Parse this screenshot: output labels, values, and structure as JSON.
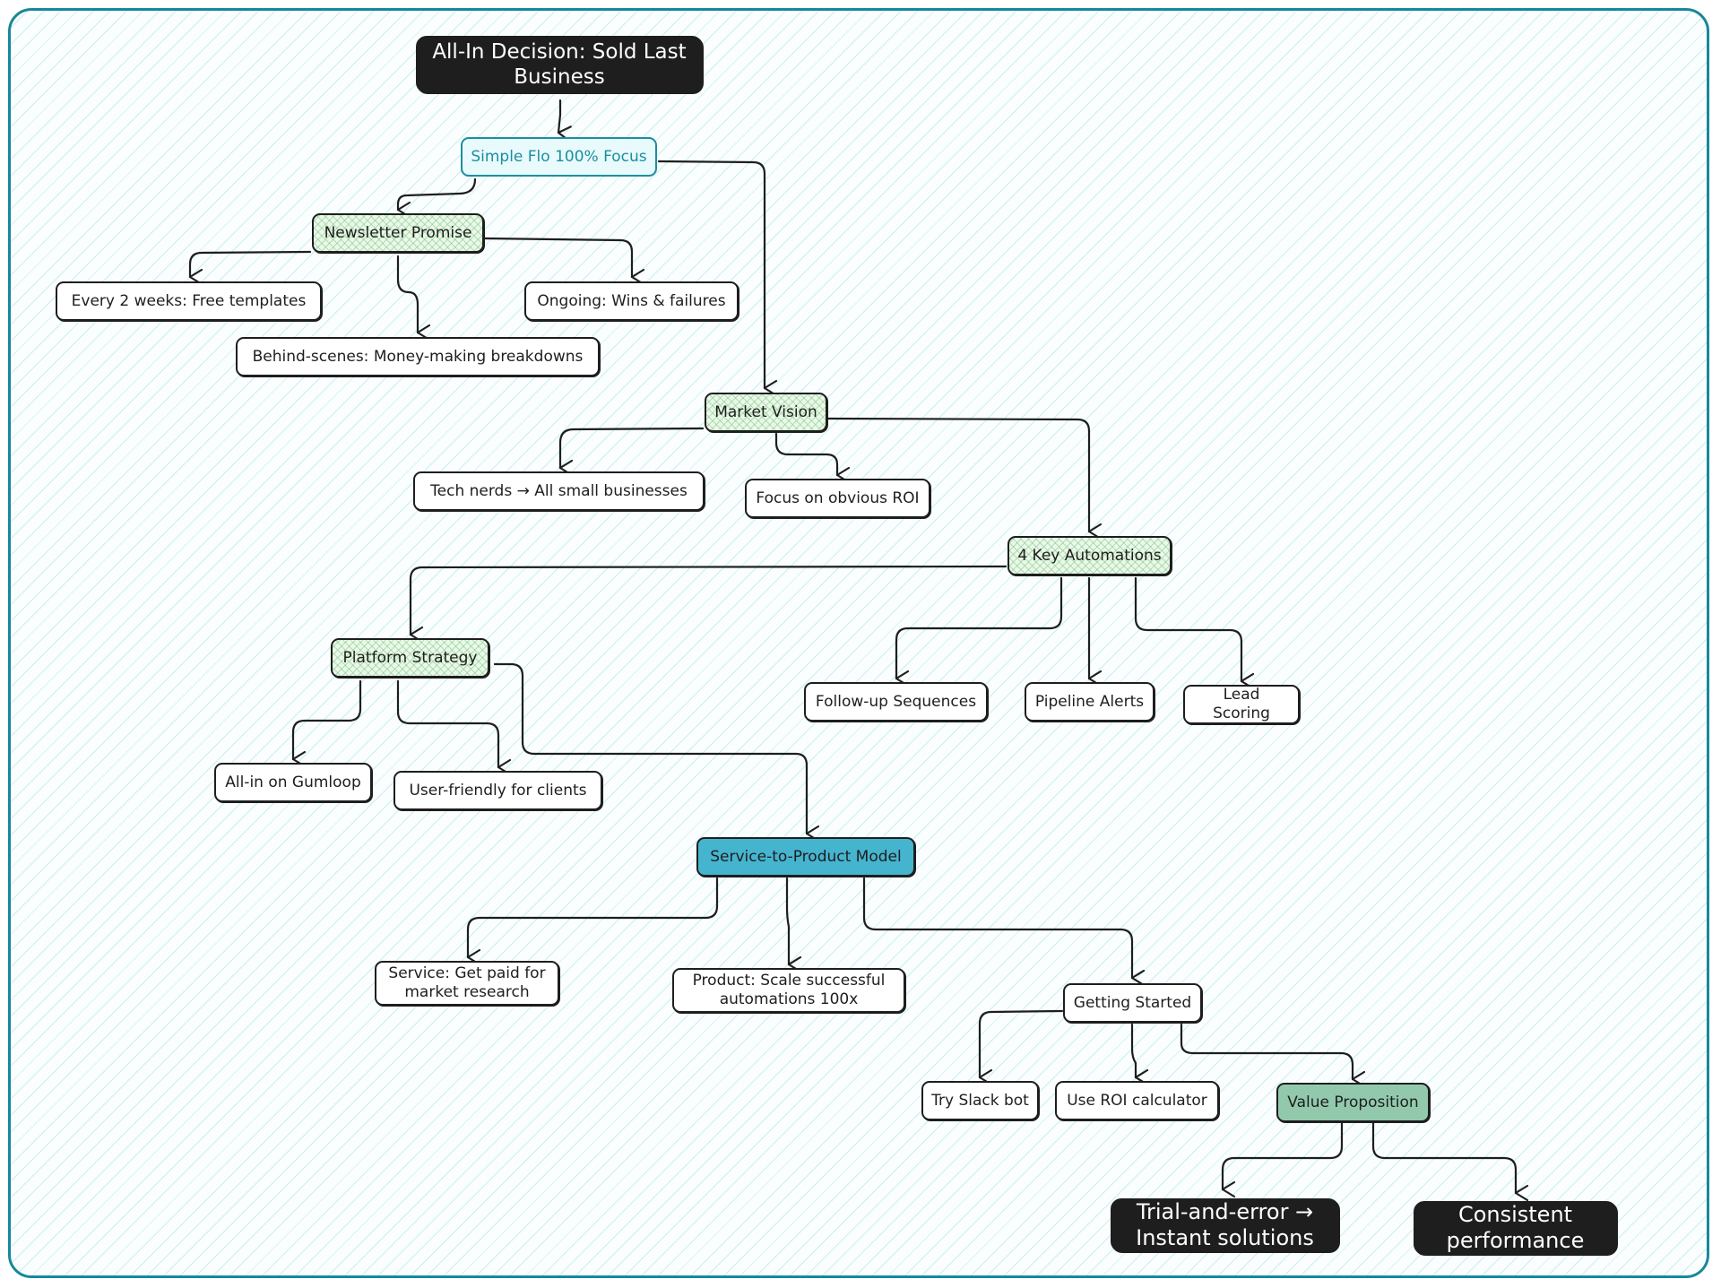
{
  "colors": {
    "frame": "#17889a",
    "dark_node": "#1e1e1e",
    "light_node_border": "#1a8ea0",
    "teal_node": "#45b4cf",
    "mint_node": "#92c9ad",
    "hatch_fill": "#eaf8ea"
  },
  "nodes": {
    "decision": "All-In Decision: Sold Last Business",
    "focus": "Simple Flo 100% Focus",
    "newsletter": "Newsletter Promise",
    "templates": "Every 2 weeks: Free templates",
    "wins": "Ongoing: Wins & failures",
    "behind": "Behind-scenes: Money-making breakdowns",
    "market": "Market Vision",
    "tech": "Tech nerds → All small businesses",
    "roi": "Focus on obvious ROI",
    "automations": "4 Key Automations",
    "platform": "Platform Strategy",
    "followup": "Follow-up Sequences",
    "pipeline": "Pipeline Alerts",
    "lead": "Lead Scoring",
    "gumloop": "All-in on Gumloop",
    "userfriendly": "User-friendly for clients",
    "service_model": "Service-to-Product Model",
    "service": "Service: Get paid for market research",
    "product": "Product: Scale successful automations 100x",
    "getting": "Getting Started",
    "slack": "Try Slack bot",
    "calculator": "Use ROI calculator",
    "value": "Value Proposition",
    "trial": "Trial-and-error → Instant solutions",
    "consistent": "Consistent performance"
  }
}
